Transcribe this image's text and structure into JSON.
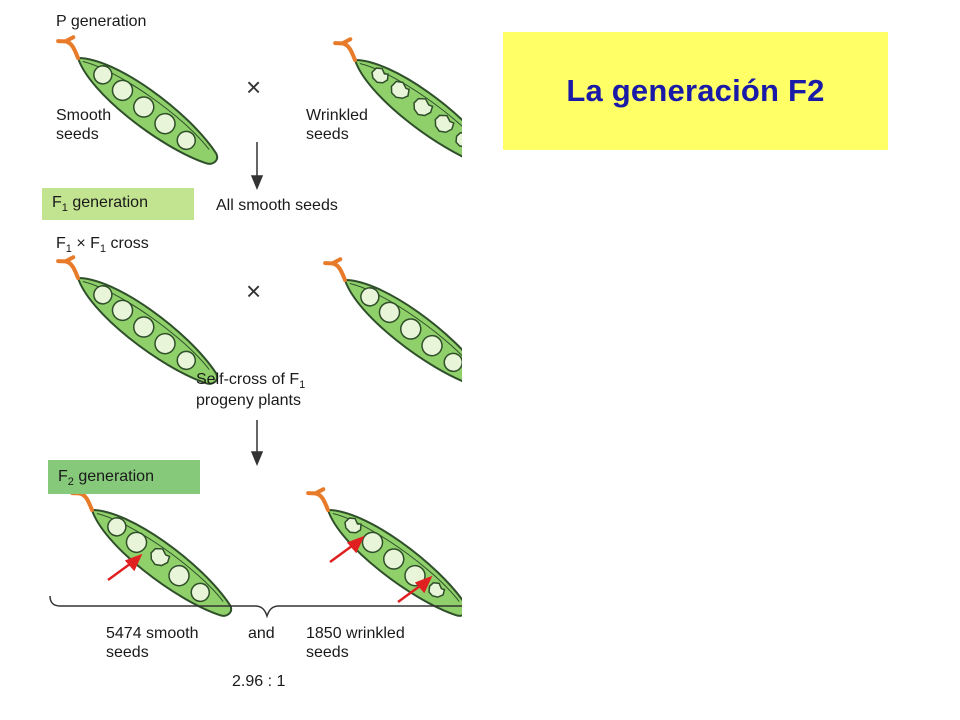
{
  "title": "La generación F2",
  "colors": {
    "title_bg": "#ffff66",
    "title_text": "#1a1aa8",
    "f1_badge_bg": "#c2e38f",
    "f2_badge_bg": "#86c97a",
    "pod": "#8fd06a",
    "pod_edge": "#2f4f2a",
    "pea": "#e9f5d8",
    "arrow": "#e02020",
    "stem": "#e87b2a"
  },
  "labels": {
    "p_generation": "P generation",
    "smooth_seeds": "Smooth\nseeds",
    "wrinkled_seeds": "Wrinkled\nseeds",
    "times_symbol": "×",
    "f1_prefix": "F",
    "f1_sub": "1",
    "f1_suffix": " generation",
    "all_smooth": "All smooth seeds",
    "cross_f": "F",
    "cross_sub": "1",
    "cross_times": " × F",
    "cross_sub2": "1",
    "cross_suffix": " cross",
    "selfcross_line1a": "Self-cross of F",
    "selfcross_sub": "1",
    "selfcross_line2": "progeny plants",
    "f2_prefix": "F",
    "f2_sub": "2",
    "f2_suffix": " generation",
    "smooth_count": "5474 smooth\nseeds",
    "and": "and",
    "wrinkled_count": "1850 wrinkled\nseeds",
    "ratio": "2.96 : 1"
  }
}
